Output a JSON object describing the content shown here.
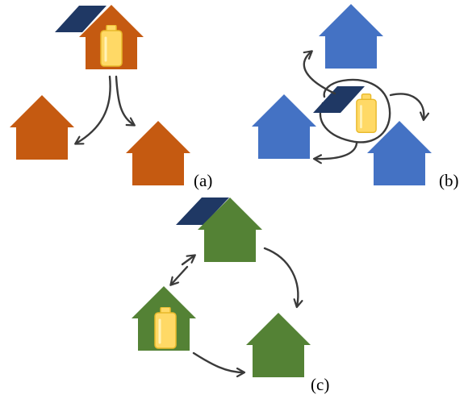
{
  "colors": {
    "orange_house": "#c55a11",
    "blue_house": "#4472c4",
    "green_house": "#548235",
    "solar_panel": "#1f3864",
    "battery": "#ffd966",
    "battery_edge": "#e8b92a",
    "arrow": "#3a3a3a",
    "background": "#ffffff"
  },
  "icons": [
    "house-icon",
    "solar-panel-icon",
    "battery-icon"
  ],
  "panels": [
    {
      "id": "a",
      "label": "(a)",
      "houses": 3,
      "solar_panels": 1,
      "batteries": 1
    },
    {
      "id": "b",
      "label": "(b)",
      "houses": 3,
      "solar_panels": 1,
      "batteries": 1
    },
    {
      "id": "c",
      "label": "(c)",
      "houses": 3,
      "solar_panels": 1,
      "batteries": 1
    }
  ]
}
